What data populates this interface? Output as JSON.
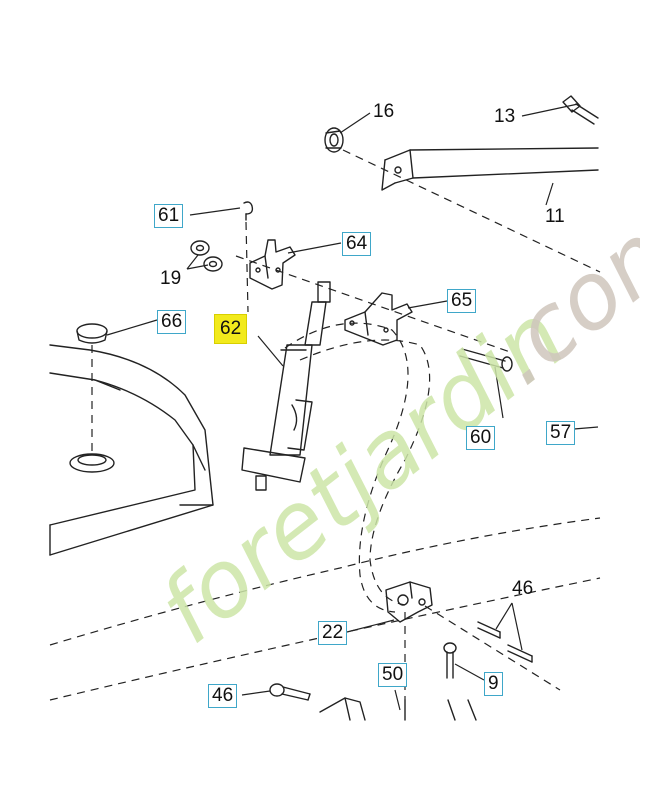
{
  "watermark": {
    "brand": "foretjardin",
    "suffix": ".com",
    "colors": {
      "green": "#cde6a8",
      "orange": "#f5c59a",
      "grey": "#cfc6bd"
    }
  },
  "colors": {
    "label_border": "#3fa7c9",
    "highlight": "#f2ea1c",
    "line": "#222222"
  },
  "parts": {
    "p16": "16",
    "p13": "13",
    "p11": "11",
    "p61": "61",
    "p64": "64",
    "p19": "19",
    "p66": "66",
    "p62": "62",
    "p65": "65",
    "p60": "60",
    "p57": "57",
    "p46a": "46",
    "p22": "22",
    "p9": "9",
    "p50": "50",
    "p46b": "46"
  }
}
